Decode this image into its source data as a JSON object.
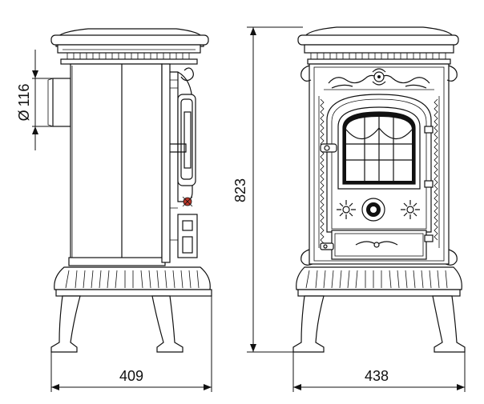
{
  "dimensions": {
    "flue_diameter": "116",
    "diameter_symbol": "Ø",
    "height": "823",
    "side_depth": "409",
    "front_width": "438"
  },
  "colors": {
    "line": "#111111",
    "background": "#ffffff",
    "accent_handle": "#c0392b"
  }
}
